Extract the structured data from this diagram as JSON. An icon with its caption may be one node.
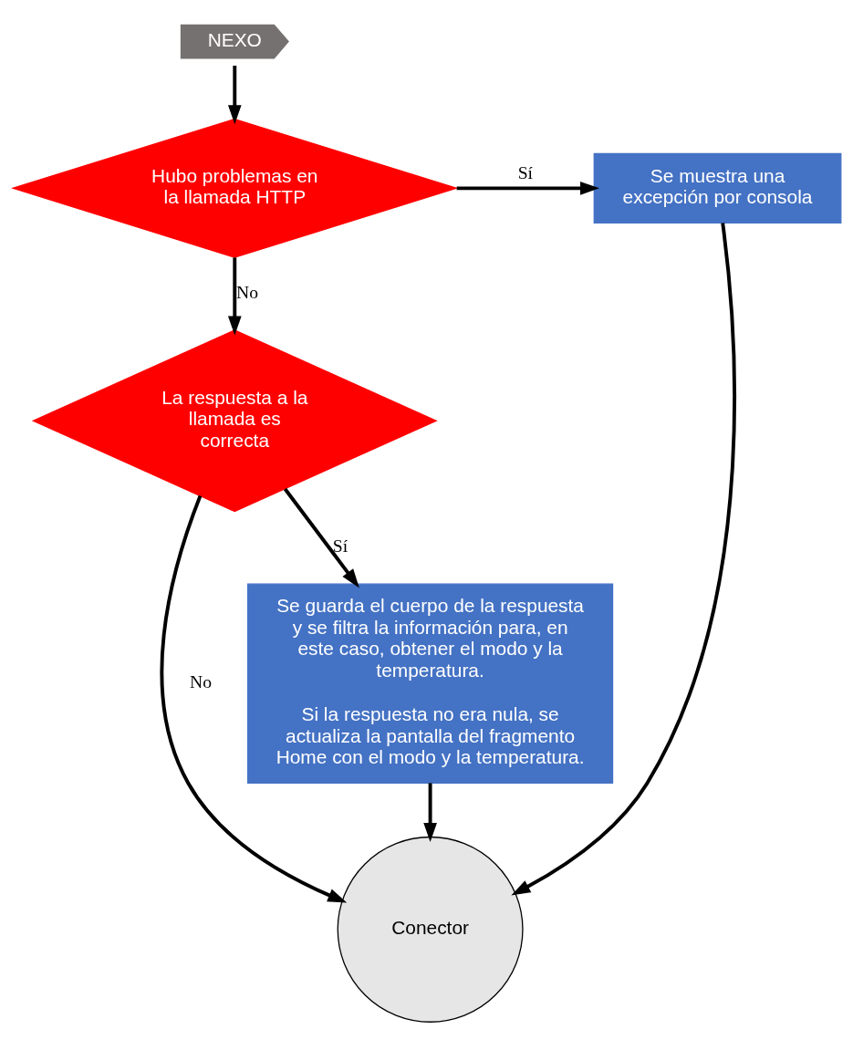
{
  "diagram": {
    "nodes": [
      {
        "text": [
          "NEXO"
        ]
      },
      {
        "text": [
          "Hubo problemas en la llamada HTTP"
        ]
      },
      {
        "text": [
          "Se muestra una excepción por consola"
        ]
      },
      {
        "text": [
          "Conector"
        ]
      },
      {
        "text": [
          "La respuesta a la llamada es correcta"
        ]
      },
      {
        "text": [
          "Se guarda el cuerpo de la respuesta y se filtra la información para, en este caso, obtener el modo y la temperatura.",
          "Si la respuesta no era nula, se actualiza la pantalla del fragmento Home con el modo y la temperatura."
        ]
      }
    ],
    "edges": [
      {
        "from": 0,
        "to": 1,
        "arrow": "to"
      },
      {
        "from": 1,
        "to": 2,
        "arrow": "to",
        "label": "Sí"
      },
      {
        "from": 2,
        "to": 3,
        "arrow": "to"
      },
      {
        "from": 1,
        "to": 4,
        "arrow": "to",
        "label": "No"
      },
      {
        "from": 4,
        "to": 3,
        "arrow": "to",
        "label": "No"
      },
      {
        "from": 4,
        "to": 5,
        "arrow": "to",
        "label": "Sí"
      },
      {
        "from": 5,
        "to": 3,
        "arrow": "to"
      }
    ]
  }
}
